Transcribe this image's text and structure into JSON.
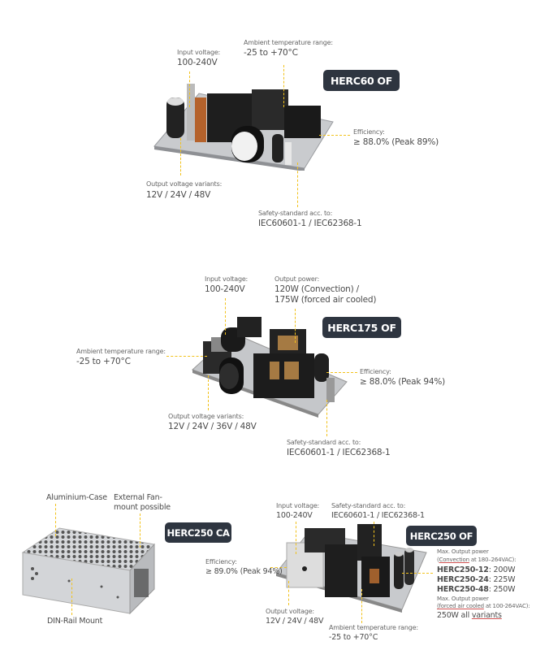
{
  "herc60": {
    "badge": "HERC60 OF",
    "input_label": "Input voltage:",
    "input_value": "100-240V",
    "ambient_label": "Ambient temperature range:",
    "ambient_value": "-25 to +70°C",
    "efficiency_label": "Efficiency:",
    "efficiency_value": "≥ 88.0% (Peak 89%)",
    "output_label": "Output voltage variants:",
    "output_value": "12V / 24V / 48V",
    "safety_label": "Safety-standard acc. to:",
    "safety_value": "IEC60601-1 / IEC62368-1"
  },
  "herc175": {
    "badge": "HERC175 OF",
    "input_label": "Input voltage:",
    "input_value": "100-240V",
    "power_label": "Output power:",
    "power_value_1": "120W (Convection) /",
    "power_value_2": "175W (forced air cooled)",
    "ambient_label": "Ambient temperature range:",
    "ambient_value": "-25 to +70°C",
    "efficiency_label": "Efficiency:",
    "efficiency_value": "≥ 88.0% (Peak 94%)",
    "output_label": "Output voltage variants:",
    "output_value": "12V / 24V / 36V / 48V",
    "safety_label": "Safety-standard acc. to:",
    "safety_value": "IEC60601-1 / IEC62368-1"
  },
  "herc250ca": {
    "badge": "HERC250 CA",
    "case_label": "Aluminium-Case",
    "fan_label_1": "External Fan-",
    "fan_label_2": "mount possible",
    "din_label": "DIN-Rail Mount"
  },
  "herc250of": {
    "badge": "HERC250 OF",
    "efficiency_label": "Efficiency:",
    "efficiency_value": "≥ 89.0% (Peak 94%)",
    "input_label": "Input voltage:",
    "input_value": "100-240V",
    "safety_label": "Safety-standard acc. to:",
    "safety_value": "IEC60601-1 / IEC62368-1",
    "output_label": "Output voltage:",
    "output_value": "12V / 24V / 48V",
    "ambient_label": "Ambient temperature range:",
    "ambient_value": "-25 to +70°C",
    "max_power_label": "Max. Output power",
    "convection_word": "Convection",
    "convection_rest": " at 180–264VAC):",
    "convection_open": "(",
    "variants": [
      {
        "model": "HERC250-12",
        "power": ": 200W"
      },
      {
        "model": "HERC250-24",
        "power": ": 225W"
      },
      {
        "model": "HERC250-48",
        "power": ": 250W"
      }
    ],
    "max_power_label_2": "Max. Output power",
    "forced_word": "(forced air cooled",
    "forced_rest": " at 100-264VAC):",
    "all_prefix": "250W all ",
    "all_word": "variants"
  },
  "colors": {
    "accent_line": "#f2c21b",
    "badge_bg": "#2e3540"
  }
}
